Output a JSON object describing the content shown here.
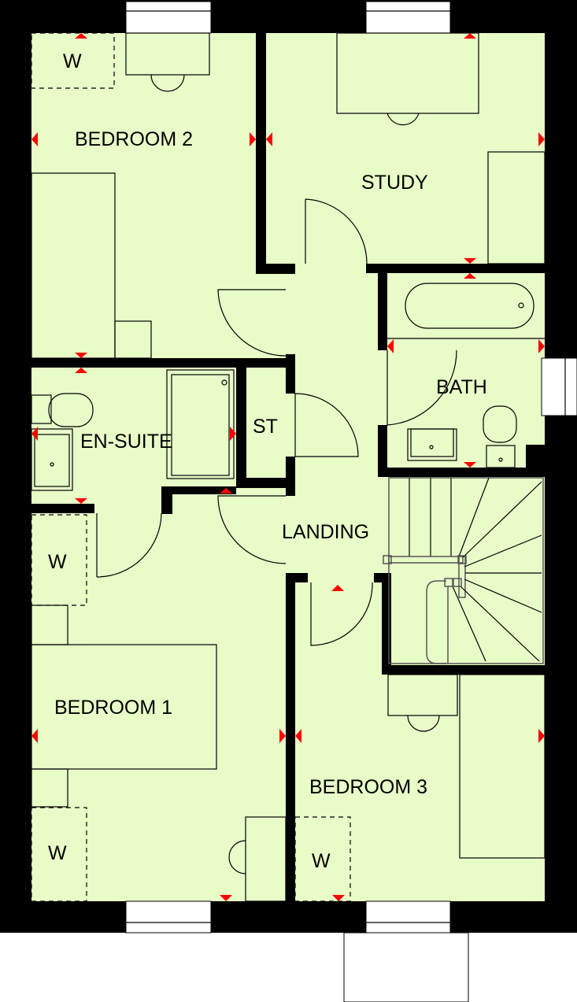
{
  "colors": {
    "room_fill": "#e8fcc8",
    "wall": "#000000",
    "marker": "#ff0000"
  },
  "rooms": {
    "bedroom2": "BEDROOM 2",
    "study": "STUDY",
    "bath": "BATH",
    "en_suite": "EN-SUITE",
    "store": "ST",
    "landing": "LANDING",
    "bedroom1": "BEDROOM 1",
    "bedroom3": "BEDROOM 3"
  },
  "wardrobes": [
    "W",
    "W",
    "W",
    "W"
  ]
}
